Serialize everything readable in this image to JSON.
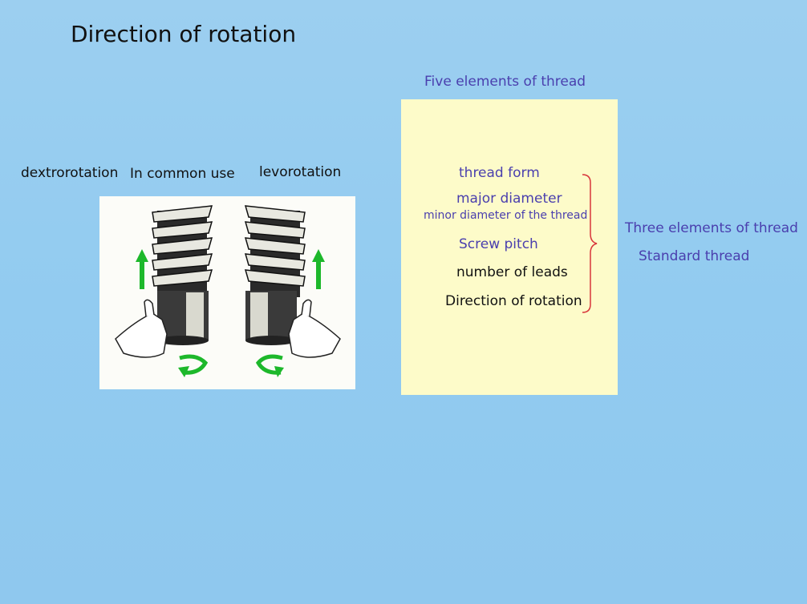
{
  "title": "Direction of rotation",
  "five_elements_heading": "Five elements of thread",
  "rotation_labels": {
    "left": "dextrorotation",
    "middle": "In common use",
    "right": "levorotation"
  },
  "elements": {
    "thread_form": "thread form",
    "major_diameter": "major diameter",
    "minor_diameter": "minor diameter of the thread",
    "screw_pitch": "Screw pitch",
    "number_of_leads": "number of leads",
    "direction": "Direction of rotation"
  },
  "three_elements_heading": "Three elements of thread",
  "standard_thread": "Standard thread",
  "colors": {
    "background": "#92cbf0",
    "panel": "#fdfbc9",
    "accent_text": "#4a3fae",
    "brace": "#d8343a",
    "arrow": "#1db82b"
  }
}
